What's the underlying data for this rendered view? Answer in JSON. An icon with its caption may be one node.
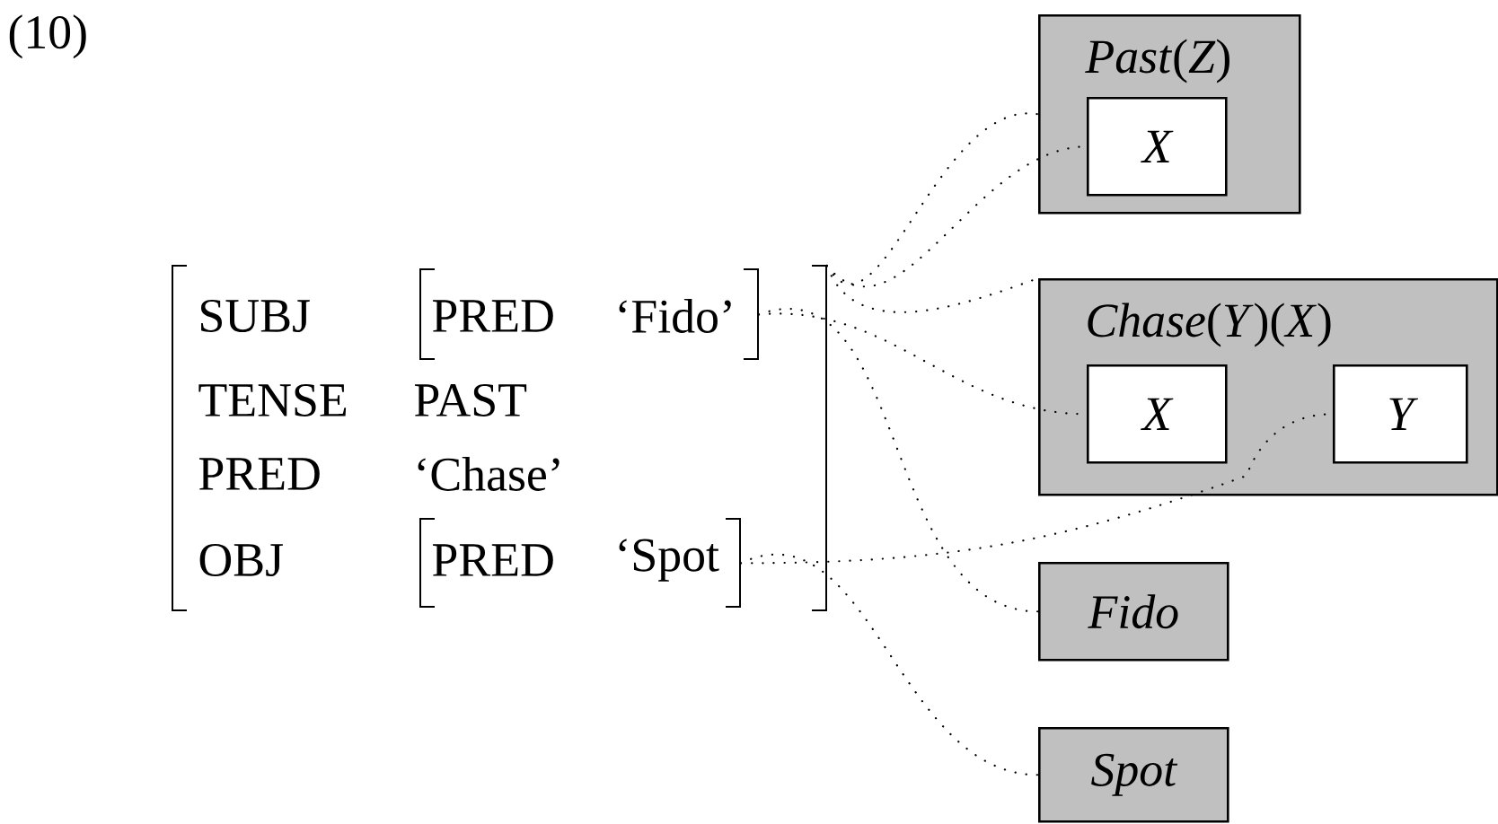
{
  "diagram": {
    "nodes": [
      {
        "text": [
          "SUBJ",
          "TENSE",
          "PAST",
          "PRED",
          "‘Chase’",
          "OBJ"
        ]
      },
      {
        "text": [
          "PRED",
          "‘Fido’"
        ],
        "in": 0
      },
      {
        "text": [
          "PRED",
          "‘Spot"
        ],
        "in": 0
      },
      {
        "text": [
          "*Past*(*Z*)"
        ]
      },
      {
        "text": [
          "X"
        ],
        "in": 3
      },
      {
        "text": [
          "*Chase*(*Y*)(*X*)"
        ]
      },
      {
        "text": [
          "X"
        ],
        "in": 5
      },
      {
        "text": [
          "Y"
        ],
        "in": 5
      },
      {
        "text": [
          "Fido"
        ]
      },
      {
        "text": [
          "Spot"
        ]
      }
    ],
    "edges": [
      {
        "from": 0,
        "to": 3,
        "arrow": "none"
      },
      {
        "from": 0,
        "to": 4,
        "arrow": "none"
      },
      {
        "from": 0,
        "to": 5,
        "arrow": "none"
      },
      {
        "from": 1,
        "to": 6,
        "arrow": "none"
      },
      {
        "from": 1,
        "to": 8,
        "arrow": "none"
      },
      {
        "from": 2,
        "to": 7,
        "arrow": "none"
      },
      {
        "from": 2,
        "to": 9,
        "arrow": "none"
      }
    ],
    "labels": [
      "(10)"
    ]
  }
}
